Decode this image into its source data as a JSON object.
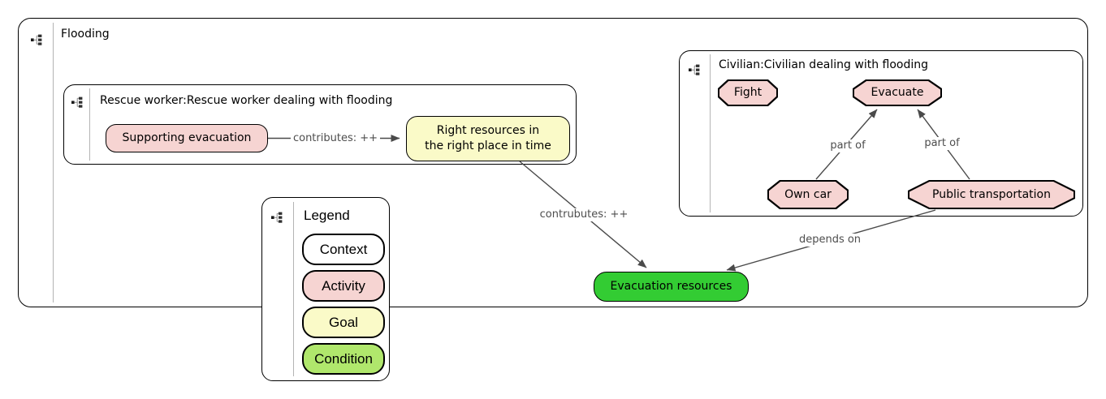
{
  "groups": {
    "flooding": {
      "title": "Flooding"
    },
    "rescue_worker": {
      "title": "Rescue worker:Rescue worker dealing with flooding"
    },
    "civilian": {
      "title": "Civilian:Civilian dealing with flooding"
    },
    "legend": {
      "title": "Legend"
    }
  },
  "nodes": {
    "supporting_evacuation": {
      "label": "Supporting evacuation",
      "type": "activity"
    },
    "right_resources": {
      "lines": [
        "Right resources in",
        "the right place in time"
      ],
      "type": "goal"
    },
    "fight": {
      "label": "Fight",
      "type": "activity"
    },
    "evacuate": {
      "label": "Evacuate",
      "type": "activity"
    },
    "own_car": {
      "label": "Own car",
      "type": "activity"
    },
    "public_transportation": {
      "label": "Public transportation",
      "type": "activity"
    },
    "evacuation_resources": {
      "label": "Evacuation resources",
      "type": "condition"
    }
  },
  "edges": {
    "contributes_1": {
      "label": "contributes: ++"
    },
    "contrubutes_2": {
      "label": "contrubutes: ++"
    },
    "part_of_1": {
      "label": "part of"
    },
    "part_of_2": {
      "label": "part of"
    },
    "depends_on": {
      "label": "depends on"
    }
  },
  "legend": {
    "items": [
      {
        "label": "Context",
        "fill": "#ffffff"
      },
      {
        "label": "Activity",
        "fill": "#f6d4d2"
      },
      {
        "label": "Goal",
        "fill": "#fafac8"
      },
      {
        "label": "Condition",
        "fill": "#b0e76c"
      }
    ]
  },
  "colors": {
    "activity_fill": "#f6d4d2",
    "goal_fill": "#fafac8",
    "condition_fill": "#33cc33",
    "legend_condition_fill": "#b0e76c",
    "context_fill": "#ffffff",
    "node_border": "#000000",
    "group_border": "#000000",
    "edge": "#4a4a4a",
    "edge_label_text": "#4d4d4d"
  }
}
